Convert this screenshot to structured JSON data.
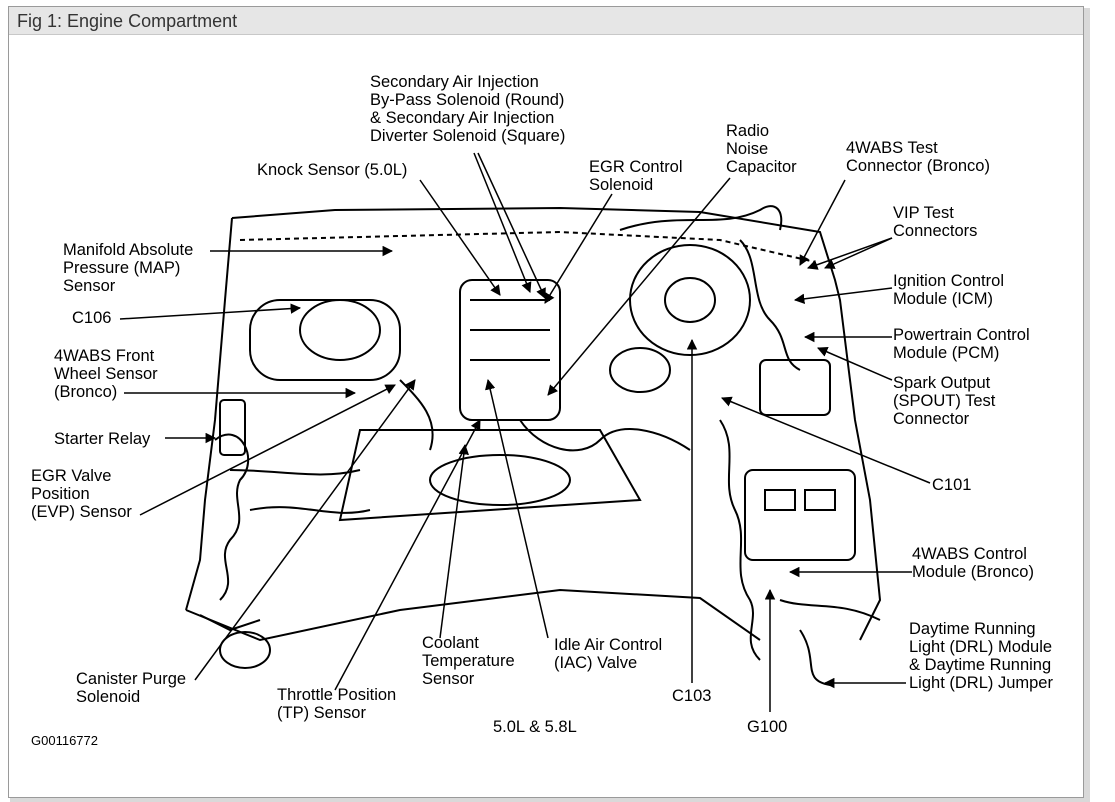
{
  "figure": {
    "title": "Fig 1: Engine Compartment",
    "image_code": "G00116772",
    "engine_caption": "5.0L & 5.8L"
  },
  "labels": {
    "secondary_air": "Secondary Air Injection\nBy-Pass Solenoid (Round)\n& Secondary Air Injection\nDiverter Solenoid (Square)",
    "knock_sensor": "Knock Sensor (5.0L)",
    "egr_control": "EGR Control\nSolenoid",
    "radio_noise": "Radio\nNoise\nCapacitor",
    "wabs_test": "4WABS Test\nConnector (Bronco)",
    "map_sensor": "Manifold Absolute\nPressure (MAP)\nSensor",
    "vip_test": "VIP Test\nConnectors",
    "c106": "C106",
    "icm": "Ignition Control\nModule (ICM)",
    "pcm": "Powertrain Control\nModule (PCM)",
    "wabs_front": "4WABS Front\nWheel Sensor\n(Bronco)",
    "spout": "Spark Output\n(SPOUT) Test\nConnector",
    "starter_relay": "Starter Relay",
    "c101": "C101",
    "evp": "EGR Valve\nPosition\n(EVP) Sensor",
    "wabs_control": "4WABS Control\nModule (Bronco)",
    "drl": "Daytime Running\nLight (DRL) Module\n& Daytime Running\nLight (DRL) Jumper",
    "canister": "Canister Purge\nSolenoid",
    "coolant": "Coolant\nTemperature\nSensor",
    "iac": "Idle Air Control\n(IAC) Valve",
    "tps": "Throttle Position\n(TP) Sensor",
    "c103": "C103",
    "g100": "G100"
  }
}
